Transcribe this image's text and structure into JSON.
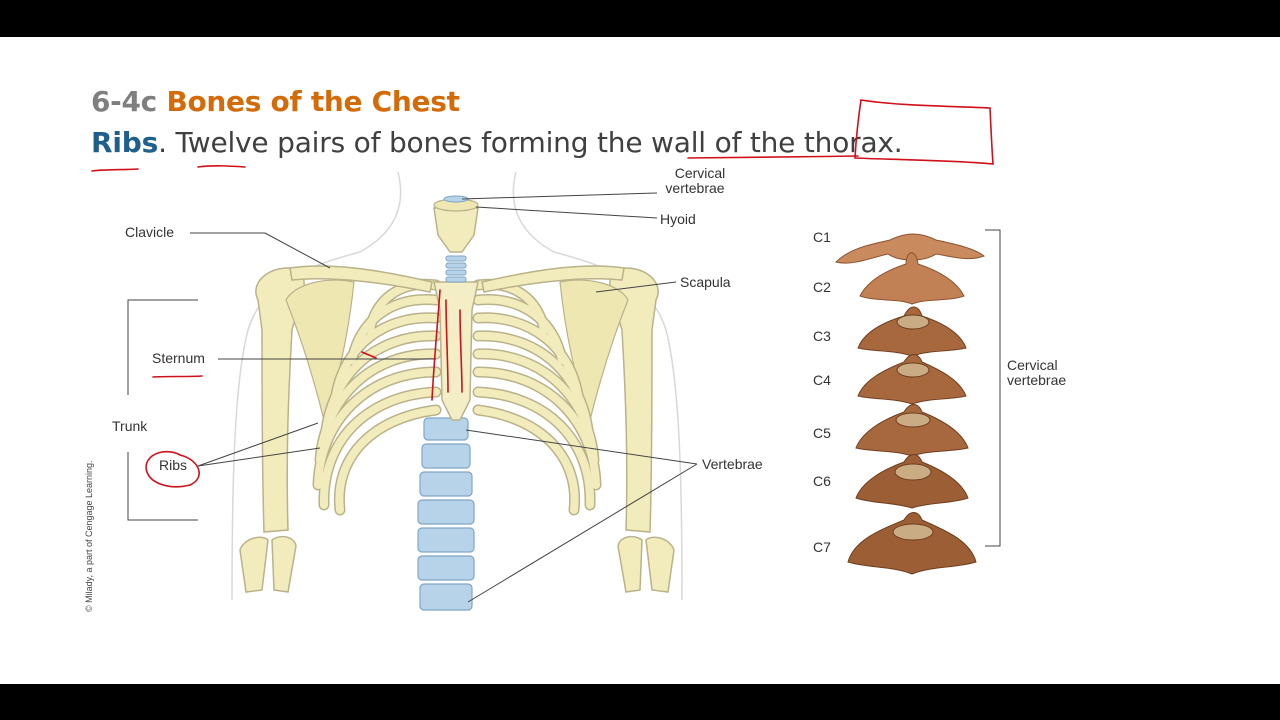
{
  "heading": {
    "number": "6-4c",
    "title": "Bones of the Chest"
  },
  "subline": {
    "term": "Ribs",
    "text": ". Twelve pairs of bones forming the wall of the thorax."
  },
  "skeleton_labels": {
    "cervical_line1": "Cervical",
    "cervical_line2": "vertebrae",
    "hyoid": "Hyoid",
    "clavicle": "Clavicle",
    "scapula": "Scapula",
    "sternum": "Sternum",
    "trunk": "Trunk",
    "ribs": "Ribs",
    "vertebrae": "Vertebrae"
  },
  "credit": "© Milady, a part of Cengage Learning.",
  "vertebra_column": {
    "items": [
      "C1",
      "C2",
      "C3",
      "C4",
      "C5",
      "C6",
      "C7"
    ],
    "group_line1": "Cervical",
    "group_line2": "vertebrae"
  },
  "colors": {
    "heading_number": "#7f7f7f",
    "heading_title": "#d46b08",
    "term": "#1f5f8b",
    "bone": "#f2ecbd",
    "bone_outline": "#b9b28a",
    "spine": "#b7d3ea",
    "vertebra_brown": "#a8683d",
    "annotation_red": "#d0101a"
  }
}
